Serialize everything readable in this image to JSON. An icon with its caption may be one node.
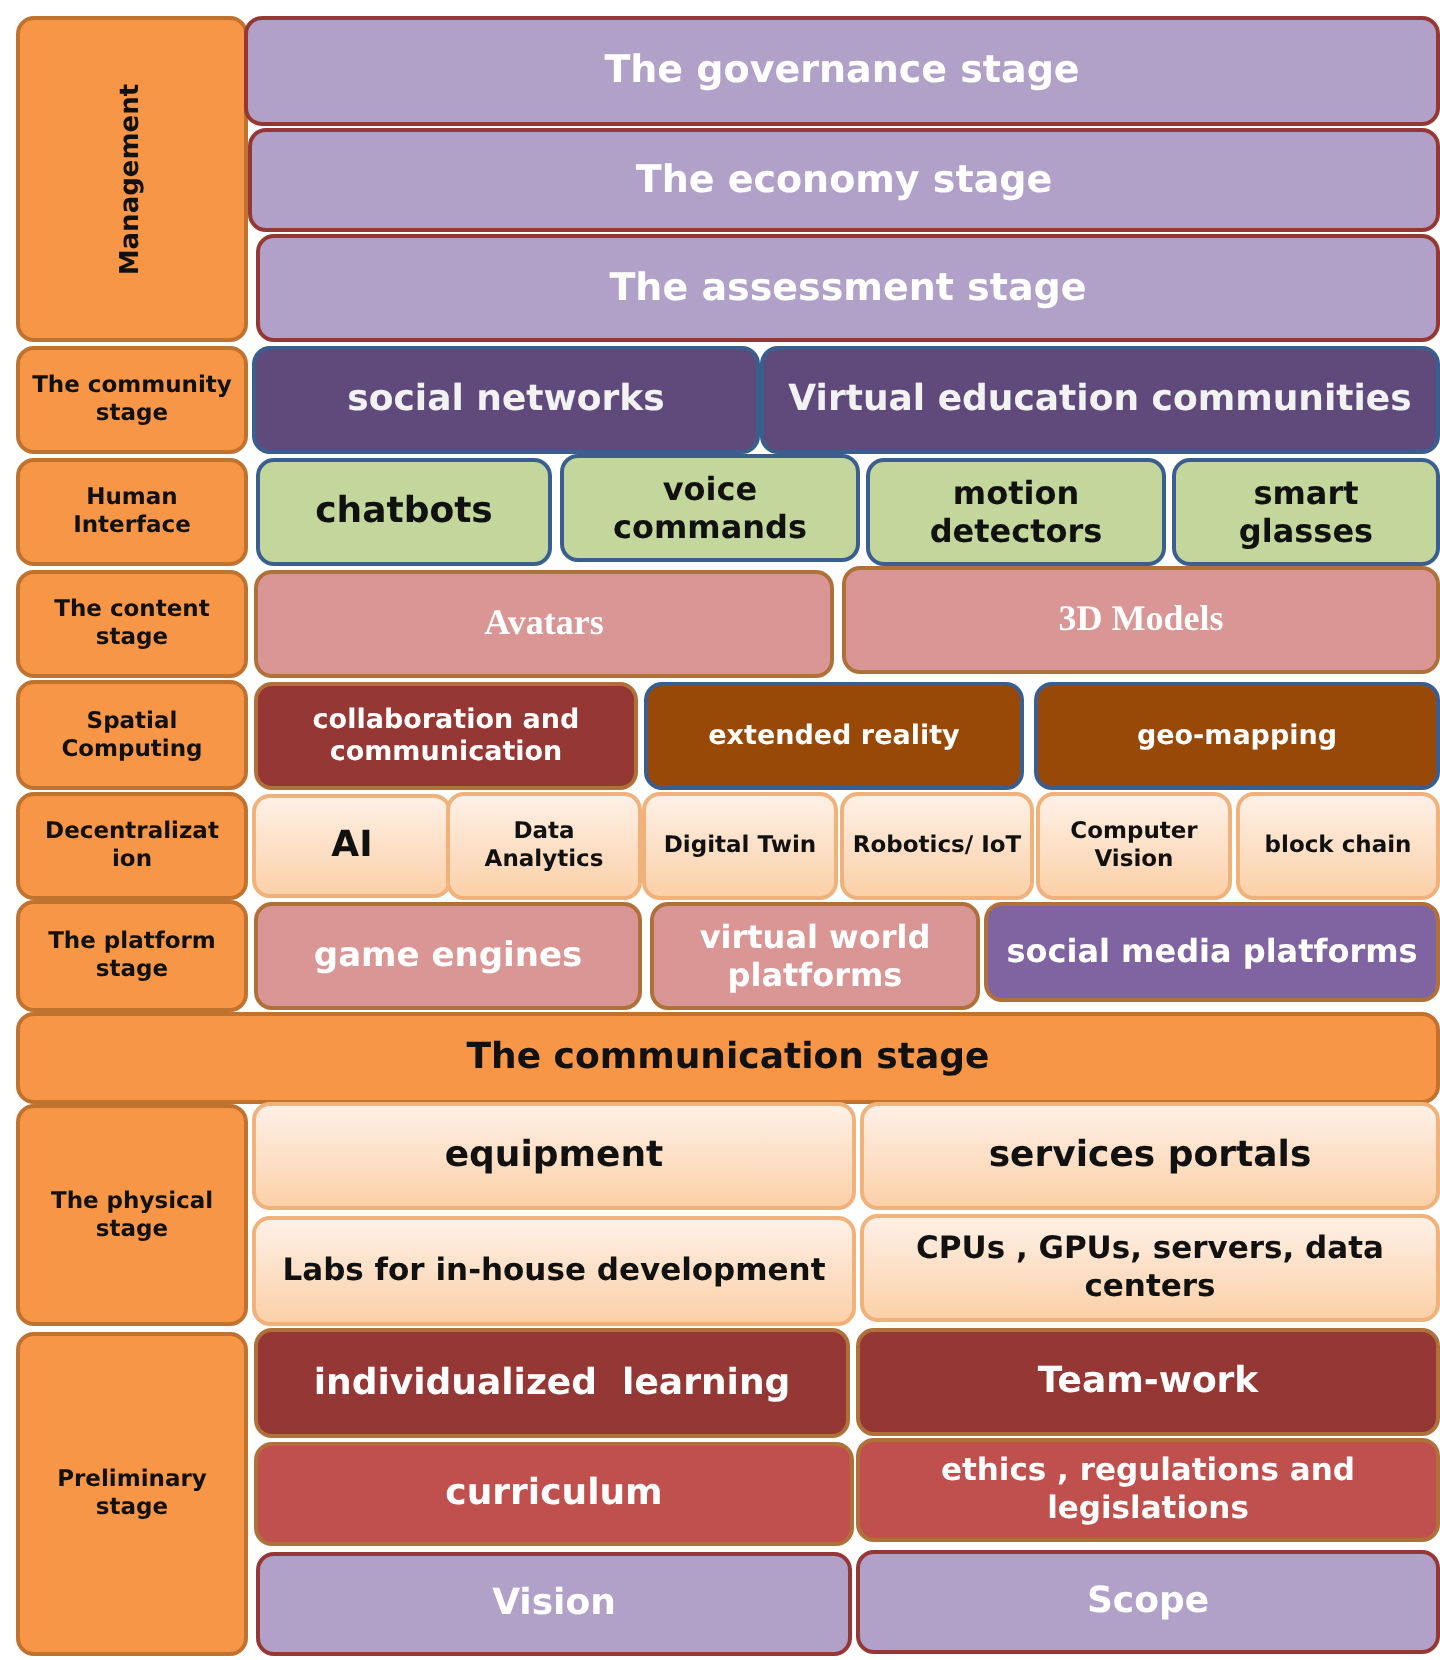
{
  "diagram": {
    "nodes": [
      {
        "text": [
          "Management"
        ]
      },
      {
        "text": [
          "The governance stage"
        ]
      },
      {
        "text": [
          "The economy stage"
        ]
      },
      {
        "text": [
          "The assessment stage"
        ]
      },
      {
        "text": [
          "The community stage"
        ]
      },
      {
        "text": [
          "social networks"
        ]
      },
      {
        "text": [
          "Virtual education communities"
        ]
      },
      {
        "text": [
          "Human Interface"
        ]
      },
      {
        "text": [
          "chatbots"
        ]
      },
      {
        "text": [
          "voice commands"
        ]
      },
      {
        "text": [
          "motion detectors"
        ]
      },
      {
        "text": [
          "smart glasses"
        ]
      },
      {
        "text": [
          "The content stage"
        ]
      },
      {
        "text": [
          "Avatars"
        ]
      },
      {
        "text": [
          "3D Models"
        ]
      },
      {
        "text": [
          "Spatial Computing"
        ]
      },
      {
        "text": [
          "collaboration and communication"
        ]
      },
      {
        "text": [
          "extended reality"
        ]
      },
      {
        "text": [
          "geo-mapping"
        ]
      },
      {
        "text": [
          "Decentralizat ion"
        ]
      },
      {
        "text": [
          "AI"
        ]
      },
      {
        "text": [
          "Data Analytics"
        ]
      },
      {
        "text": [
          "Digital Twin"
        ]
      },
      {
        "text": [
          "Robotics/ IoT"
        ]
      },
      {
        "text": [
          "Computer Vision"
        ]
      },
      {
        "text": [
          "block chain"
        ]
      },
      {
        "text": [
          "The platform stage"
        ]
      },
      {
        "text": [
          "game engines"
        ]
      },
      {
        "text": [
          "virtual world platforms"
        ]
      },
      {
        "text": [
          "social media platforms"
        ]
      },
      {
        "text": [
          "The communication stage"
        ]
      },
      {
        "text": [
          "The physical stage"
        ]
      },
      {
        "text": [
          "equipment"
        ]
      },
      {
        "text": [
          "services portals"
        ]
      },
      {
        "text": [
          "Labs for in-house development"
        ]
      },
      {
        "text": [
          "CPUs , GPUs, servers, data centers"
        ]
      },
      {
        "text": [
          "Preliminary stage"
        ]
      },
      {
        "text": [
          "individualized  learning"
        ]
      },
      {
        "text": [
          "Team-work"
        ]
      },
      {
        "text": [
          "curriculum"
        ]
      },
      {
        "text": [
          "ethics , regulations and legislations"
        ]
      },
      {
        "text": [
          "Vision"
        ]
      },
      {
        "text": [
          "Scope"
        ]
      }
    ]
  }
}
